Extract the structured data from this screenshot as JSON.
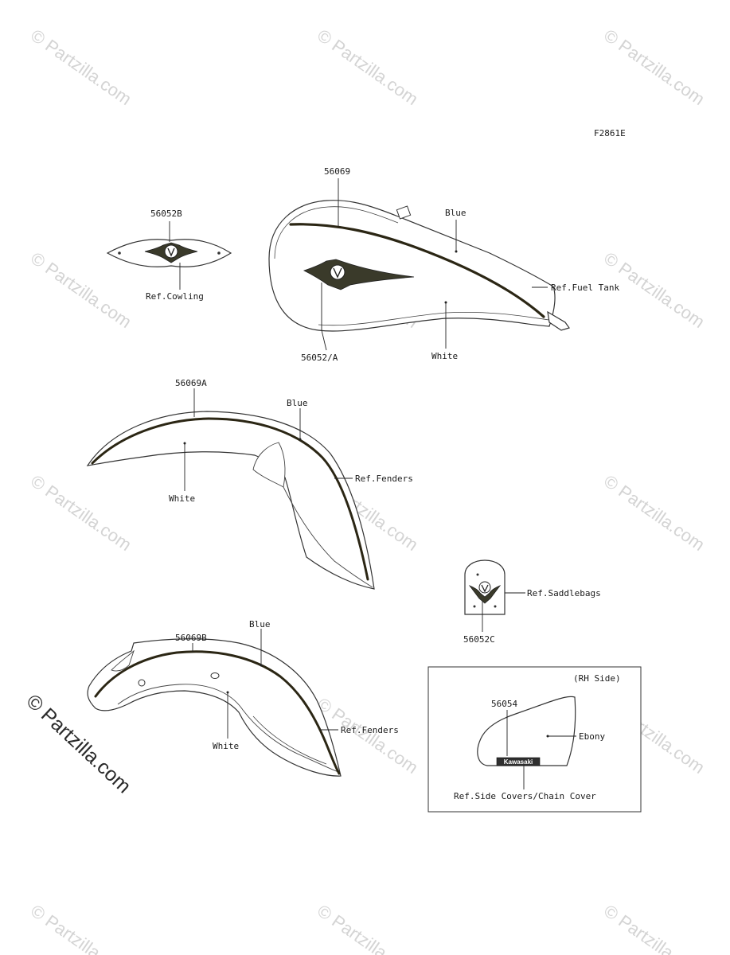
{
  "diagram_code": "F2861E",
  "watermark": "© Partzilla.com",
  "parts": {
    "cowling_emblem": {
      "part_number": "56052B",
      "ref": "Ref.Cowling"
    },
    "fuel_tank": {
      "stripe_part_number": "56069",
      "emblem_part_number": "56052/A",
      "upper_color": "Blue",
      "lower_color": "White",
      "ref": "Ref.Fuel Tank"
    },
    "front_fender": {
      "part_number": "56069A",
      "upper_color": "Blue",
      "lower_color": "White",
      "ref": "Ref.Fenders"
    },
    "saddlebag_emblem": {
      "part_number": "56052C",
      "ref": "Ref.Saddlebags"
    },
    "rear_fender": {
      "part_number": "56069B",
      "upper_color": "Blue",
      "lower_color": "White",
      "ref": "Ref.Fenders"
    },
    "side_cover": {
      "side_note": "(RH Side)",
      "part_number": "56054",
      "color": "Ebony",
      "ref": "Ref.Side Covers/Chain Cover",
      "logo_text": "Kawasaki"
    }
  }
}
